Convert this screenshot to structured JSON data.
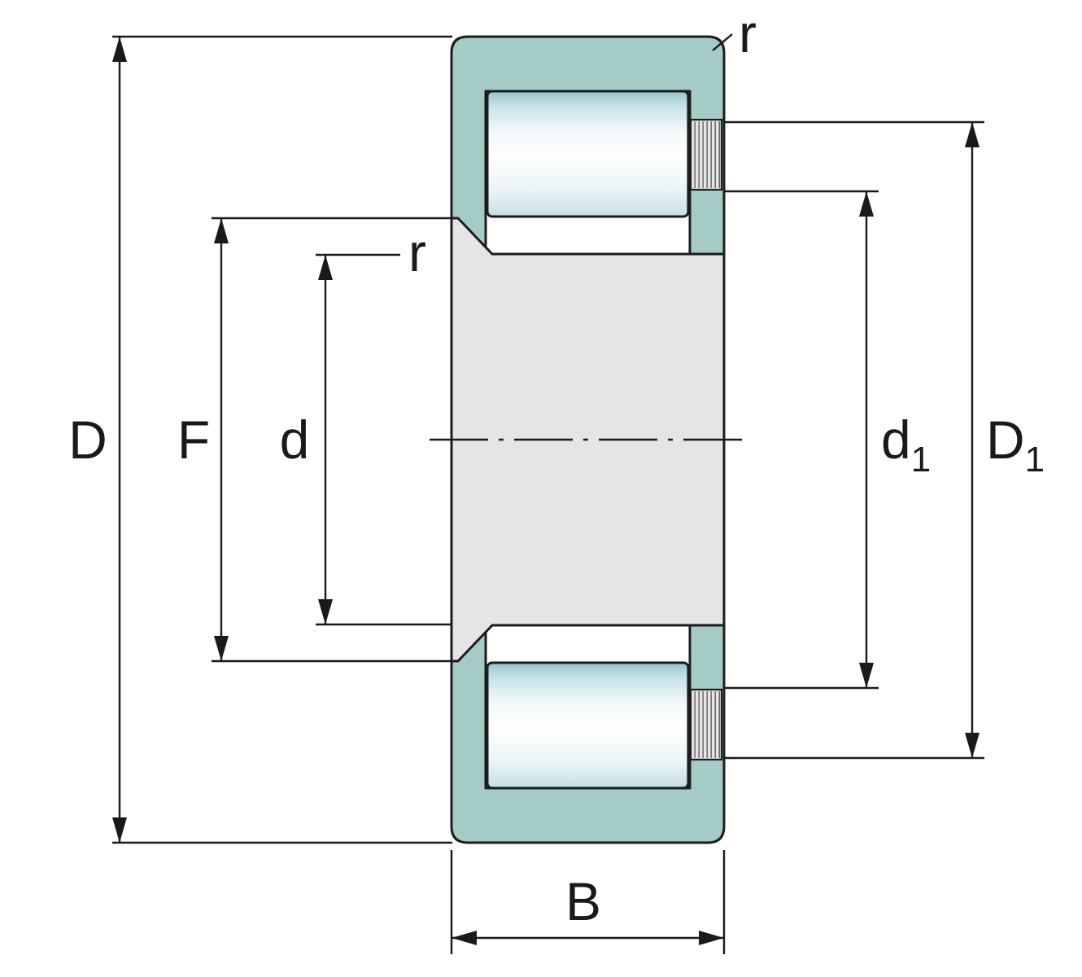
{
  "labels": {
    "outer_diameter": "D",
    "flange_diameter": "F",
    "bore_diameter": "d",
    "corner_radius_outer": "r",
    "corner_radius_inner": "r",
    "d1": {
      "base": "d",
      "sub": "1"
    },
    "D1": {
      "base": "D",
      "sub": "1"
    },
    "width": "B"
  },
  "colors": {
    "outer_ring": "#a5cbc6",
    "inner_section": "#e5e5e5",
    "rib_base": "#e6e6e6",
    "outline": "#1c1c1c",
    "background": "#ffffff"
  }
}
